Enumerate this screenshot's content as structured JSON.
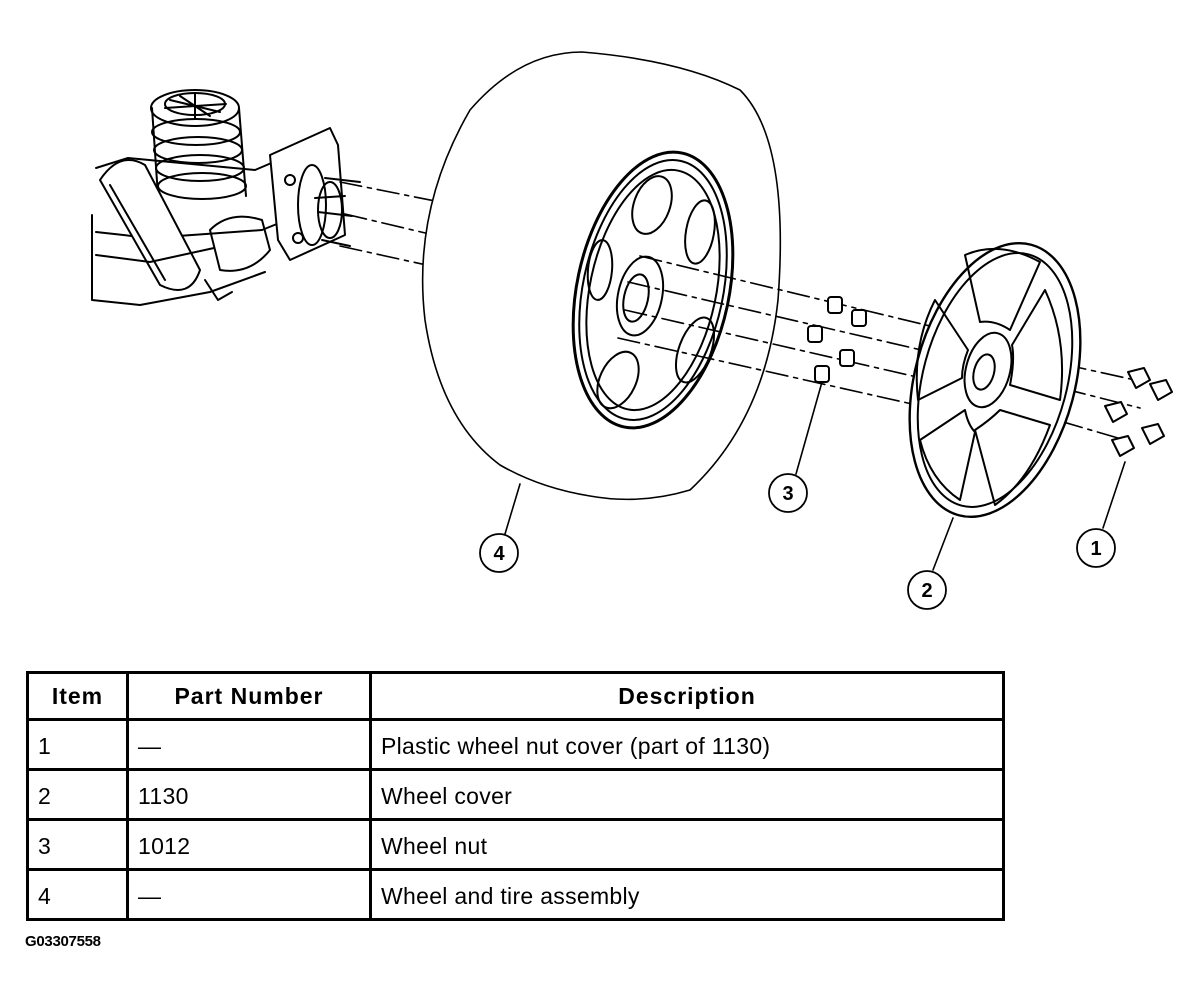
{
  "callouts": [
    "1",
    "2",
    "3",
    "4"
  ],
  "table": {
    "headers": [
      "Item",
      "Part Number",
      "Description"
    ],
    "rows": [
      [
        "1",
        "—",
        "Plastic wheel nut cover (part of 1130)"
      ],
      [
        "2",
        "1130",
        "Wheel cover"
      ],
      [
        "3",
        "1012",
        "Wheel nut"
      ],
      [
        "4",
        "—",
        "Wheel and tire assembly"
      ]
    ]
  },
  "figure_id": "G03307558"
}
